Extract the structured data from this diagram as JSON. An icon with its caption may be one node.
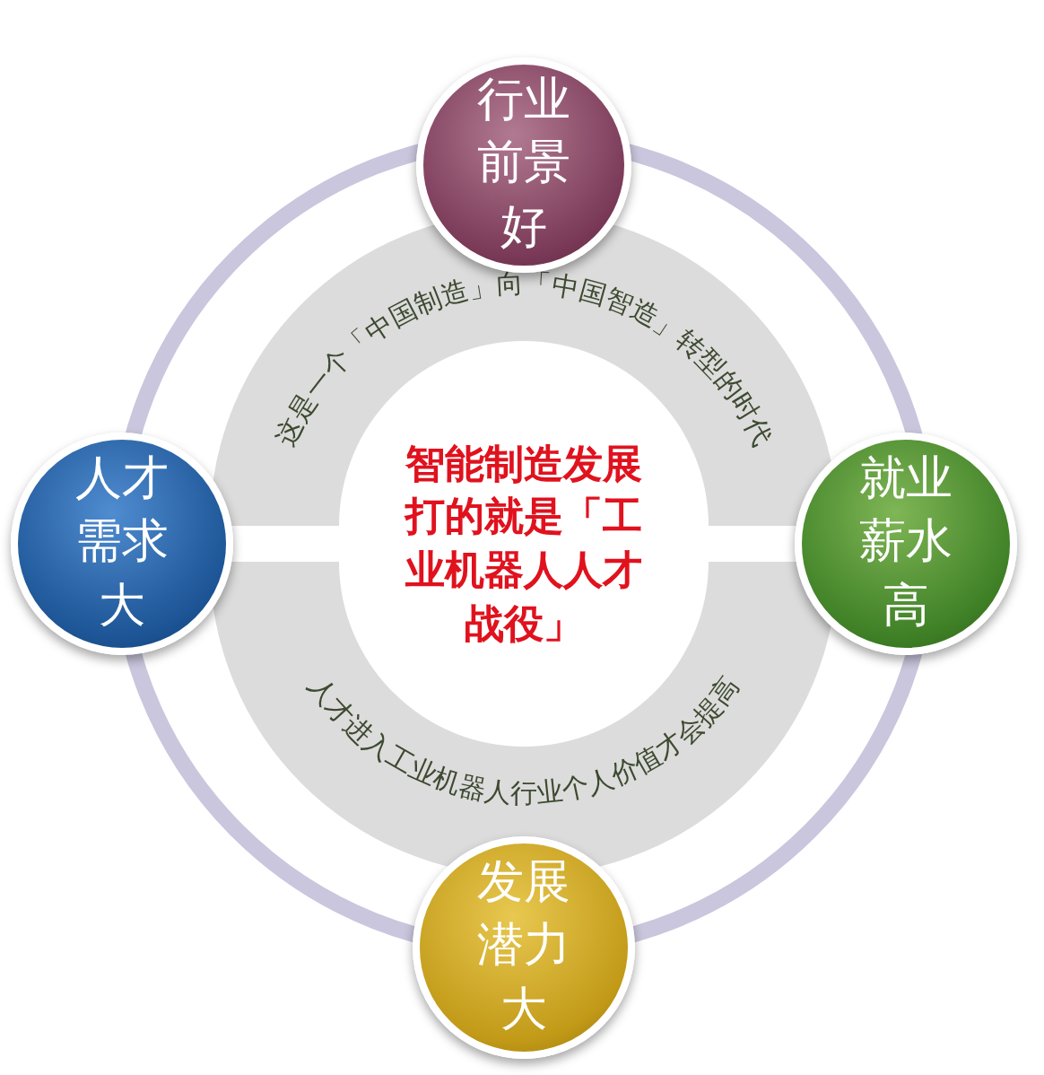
{
  "diagram": {
    "nodes": [
      {
        "text": [
          "行业前景好"
        ]
      },
      {
        "text": [
          "人才需求大"
        ]
      },
      {
        "text": [
          "智能制造发展打的就是「工业机器人人才战役」"
        ]
      },
      {
        "text": [
          "就业薪水高"
        ]
      },
      {
        "text": [
          "发展潜力大"
        ]
      }
    ],
    "labels": [
      "这是一个「中国制造」向「中国智造」转型的时代",
      "人才进入工业机器人行业个人价值才会提高"
    ]
  }
}
